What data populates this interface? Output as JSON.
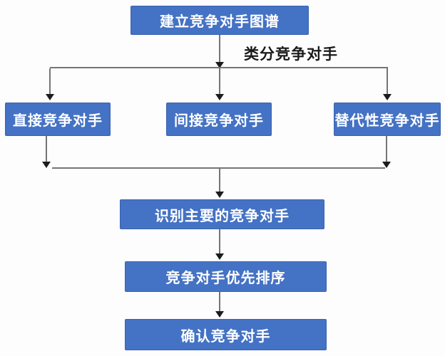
{
  "diagram": {
    "type": "flowchart",
    "edge_label": "类分竞争对手",
    "nodes": {
      "build_map": {
        "label": "建立竞争对手图谱"
      },
      "direct": {
        "label": "直接竞争对手"
      },
      "indirect": {
        "label": "间接竞争对手"
      },
      "substitute": {
        "label": "替代性竞争对手"
      },
      "identify": {
        "label": "识别主要的竞争对手"
      },
      "prioritize": {
        "label": "竞争对手优先排序"
      },
      "confirm": {
        "label": "确认竞争对手"
      }
    },
    "edges": [
      {
        "from": "build_map",
        "to": "direct"
      },
      {
        "from": "build_map",
        "to": "indirect"
      },
      {
        "from": "build_map",
        "to": "substitute"
      },
      {
        "from": "direct",
        "to": "identify"
      },
      {
        "from": "substitute",
        "to": "identify"
      },
      {
        "from": "identify",
        "to": "prioritize"
      },
      {
        "from": "prioritize",
        "to": "confirm"
      }
    ]
  },
  "colors": {
    "box_fill": "#4472C4",
    "box_border": "#3A63AE",
    "box_text": "#FFFFFF",
    "line": "#757575",
    "arrow": "#1C1C1C",
    "label_text": "#1A1A1A",
    "bg": "#FDFDFE"
  }
}
